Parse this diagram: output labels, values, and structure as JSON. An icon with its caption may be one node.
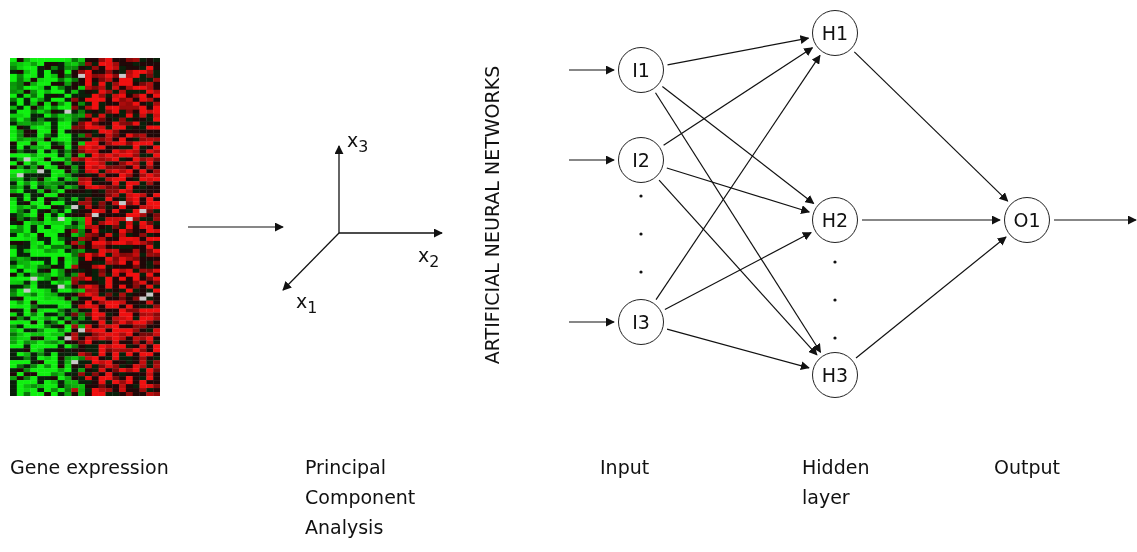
{
  "diagram": {
    "nodes": [
      {
        "text": [],
        "shape": "picture"
      },
      {
        "text": [],
        "shape": "picture"
      },
      {
        "text": [
          "I1"
        ]
      },
      {
        "text": [
          "I2"
        ]
      },
      {
        "text": [
          "I3"
        ]
      },
      {
        "text": [
          "H1"
        ]
      },
      {
        "text": [
          "H2"
        ]
      },
      {
        "text": [
          "H3"
        ]
      },
      {
        "text": [
          "O1"
        ]
      }
    ],
    "edges": [
      {
        "from": 0,
        "to": 1,
        "arrow": "to"
      },
      {
        "from": null,
        "to": 2,
        "arrow": "to"
      },
      {
        "from": null,
        "to": 3,
        "arrow": "to"
      },
      {
        "from": null,
        "to": 4,
        "arrow": "to"
      },
      {
        "from": 2,
        "to": 5,
        "arrow": "to"
      },
      {
        "from": 2,
        "to": 6,
        "arrow": "to"
      },
      {
        "from": 2,
        "to": 7,
        "arrow": "to"
      },
      {
        "from": 3,
        "to": 5,
        "arrow": "to"
      },
      {
        "from": 3,
        "to": 6,
        "arrow": "to"
      },
      {
        "from": 3,
        "to": 7,
        "arrow": "to"
      },
      {
        "from": 4,
        "to": 5,
        "arrow": "to"
      },
      {
        "from": 4,
        "to": 6,
        "arrow": "to"
      },
      {
        "from": 4,
        "to": 7,
        "arrow": "to"
      },
      {
        "from": 5,
        "to": 8,
        "arrow": "to"
      },
      {
        "from": 6,
        "to": 8,
        "arrow": "to"
      },
      {
        "from": 7,
        "to": 8,
        "arrow": "to"
      },
      {
        "from": 8,
        "to": null,
        "arrow": "to"
      }
    ],
    "labels": [
      "ARTIFICIAL NEURAL NETWORKS",
      "x$_{3}$",
      "x$_{2}$",
      "x$_{1}$",
      "Gene expression",
      "Principal Component Analysis",
      "Input",
      "Hidden layer",
      "Output"
    ]
  }
}
